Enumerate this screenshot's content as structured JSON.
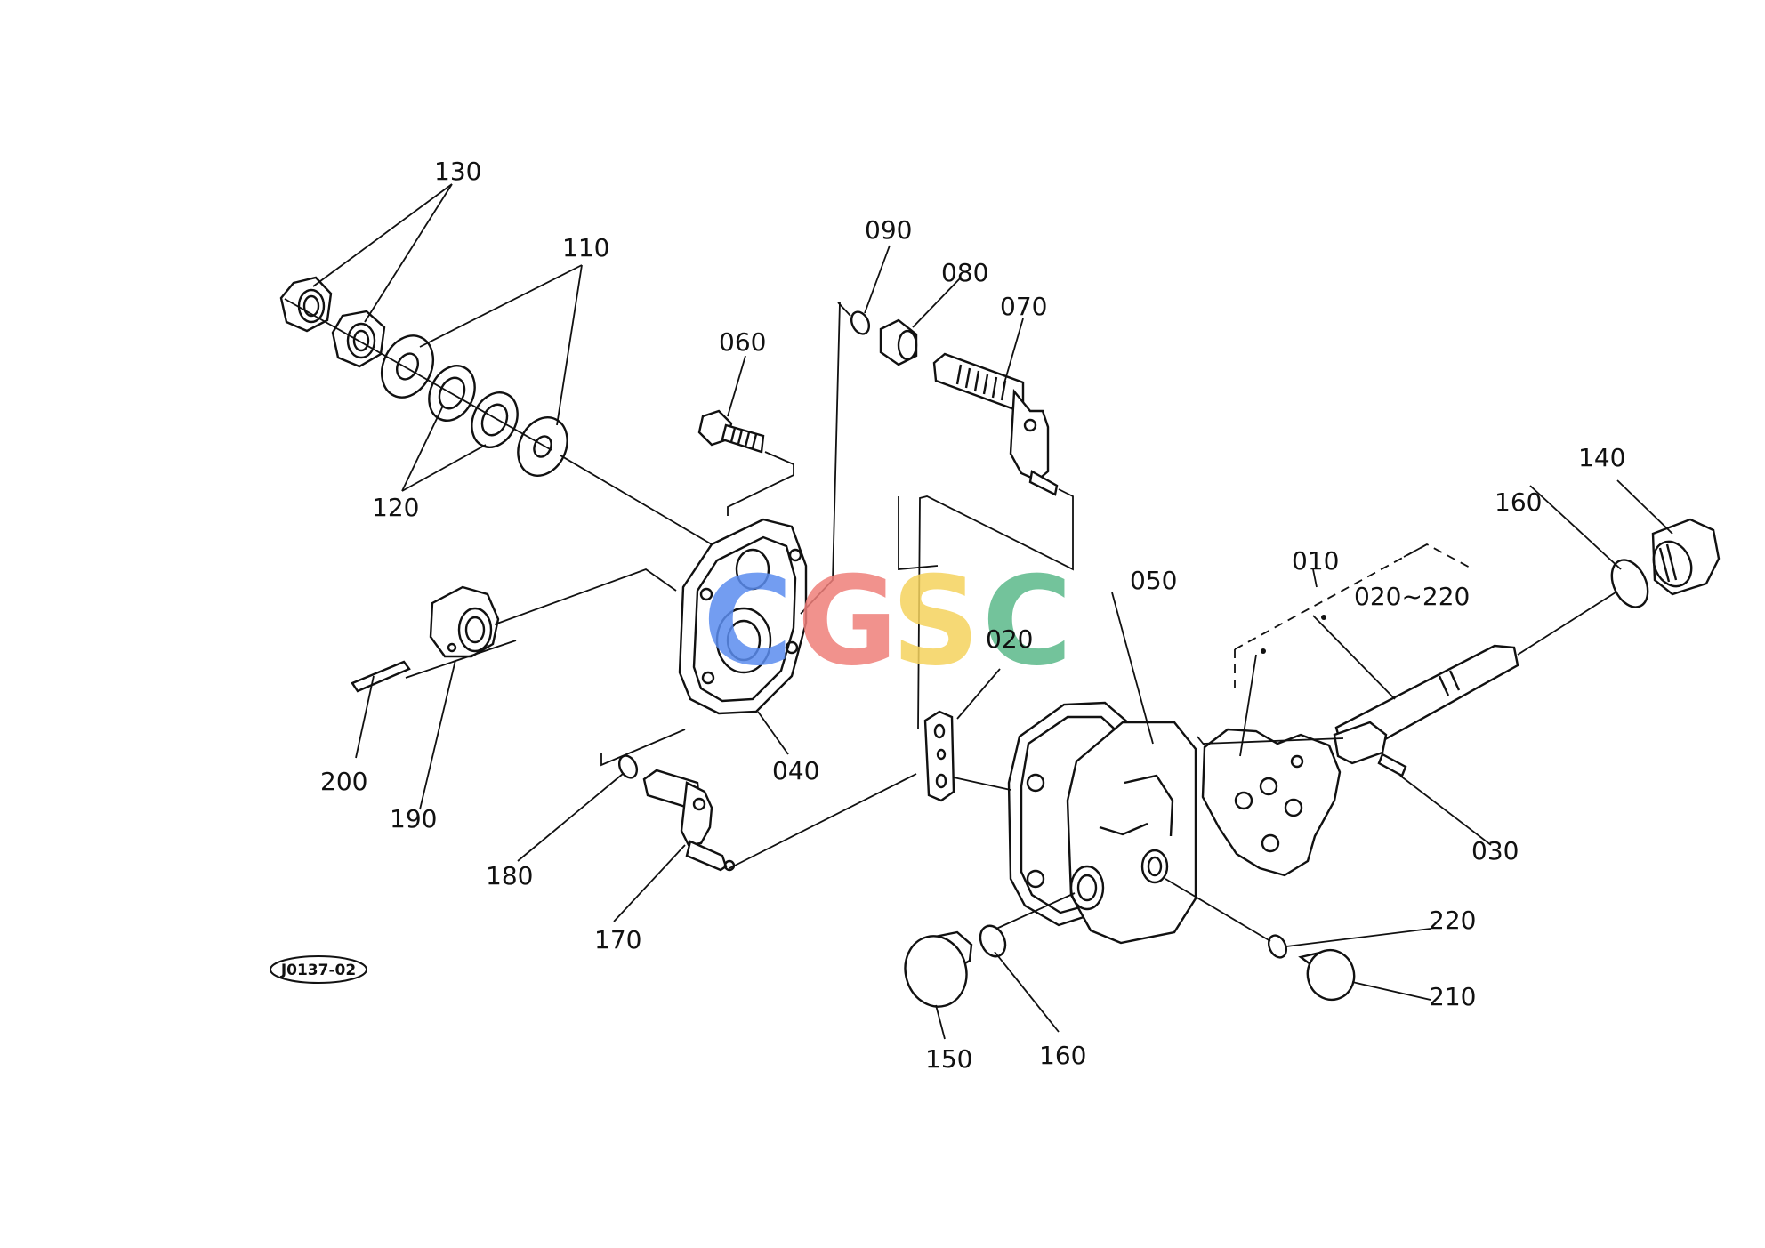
{
  "diagram": {
    "labels": [
      {
        "id": "130",
        "text": "130"
      },
      {
        "id": "110",
        "text": "110"
      },
      {
        "id": "090",
        "text": "090"
      },
      {
        "id": "080",
        "text": "080"
      },
      {
        "id": "070",
        "text": "070"
      },
      {
        "id": "060",
        "text": "060"
      },
      {
        "id": "120",
        "text": "120"
      },
      {
        "id": "140",
        "text": "140"
      },
      {
        "id": "160a",
        "text": "160"
      },
      {
        "id": "010",
        "text": "010"
      },
      {
        "id": "020-220",
        "text": "020~220"
      },
      {
        "id": "050",
        "text": "050"
      },
      {
        "id": "020",
        "text": "020"
      },
      {
        "id": "040",
        "text": "040"
      },
      {
        "id": "200",
        "text": "200"
      },
      {
        "id": "190",
        "text": "190"
      },
      {
        "id": "180",
        "text": "180"
      },
      {
        "id": "170",
        "text": "170"
      },
      {
        "id": "030",
        "text": "030"
      },
      {
        "id": "220",
        "text": "220"
      },
      {
        "id": "210",
        "text": "210"
      },
      {
        "id": "150",
        "text": "150"
      },
      {
        "id": "160b",
        "text": "160"
      }
    ],
    "reference_code": "J0137-02"
  },
  "watermark": {
    "letters": [
      "C",
      "G",
      "S",
      "C"
    ],
    "colors": [
      "#5b8def",
      "#ef7f7a",
      "#f5d35e",
      "#5bb98a"
    ]
  }
}
